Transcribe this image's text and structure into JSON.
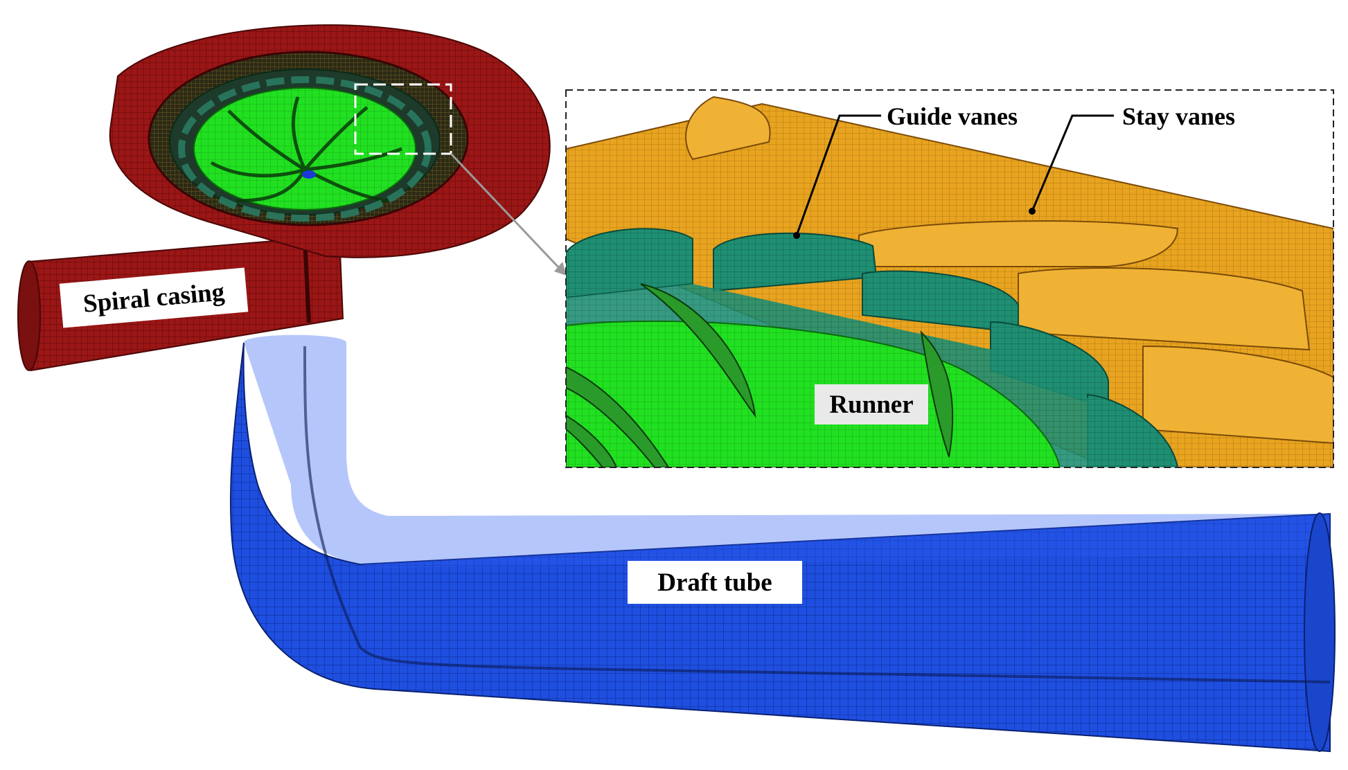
{
  "labels": {
    "spiral_casing": "Spiral casing",
    "draft_tube": "Draft tube",
    "runner": "Runner",
    "guide_vanes": "Guide vanes",
    "stay_vanes": "Stay vanes"
  },
  "colors": {
    "spiral_casing": "#9b1616",
    "draft_tube": "#1f4fe0",
    "runner_hub": "#21e021",
    "runner_blade": "#2a9a2a",
    "guide_vane": "#1f8f73",
    "stay_vane": "#e8a420",
    "background": "#ffffff"
  }
}
